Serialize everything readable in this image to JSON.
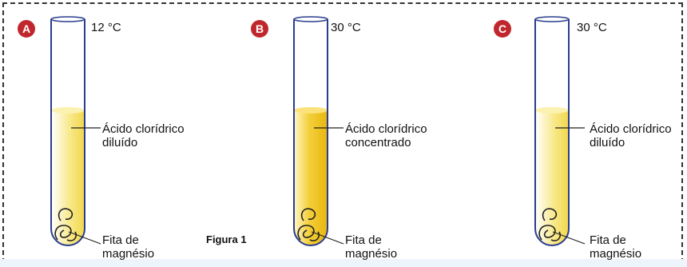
{
  "colors": {
    "badge": "#c0272d",
    "tube_outline": "#2a3d8f",
    "acid_dilute": "#f6e06a",
    "acid_concentrated": "#f0c419"
  },
  "figure_caption": "Figura 1",
  "panels": [
    {
      "letter": "A",
      "temperature": "12 °C",
      "acid_label_line1": "Ácido clorídrico",
      "acid_label_line2": "diluído",
      "ribbon_label_line1": "Fita de",
      "ribbon_label_line2": "magnésio",
      "concentration": "dilute"
    },
    {
      "letter": "B",
      "temperature": "30 °C",
      "acid_label_line1": "Ácido clorídrico",
      "acid_label_line2": "concentrado",
      "ribbon_label_line1": "Fita de",
      "ribbon_label_line2": "magnésio",
      "concentration": "concentrated"
    },
    {
      "letter": "C",
      "temperature": "30 °C",
      "acid_label_line1": "Ácido clorídrico",
      "acid_label_line2": "diluído",
      "ribbon_label_line1": "Fita de",
      "ribbon_label_line2": "magnésio",
      "concentration": "dilute"
    }
  ]
}
